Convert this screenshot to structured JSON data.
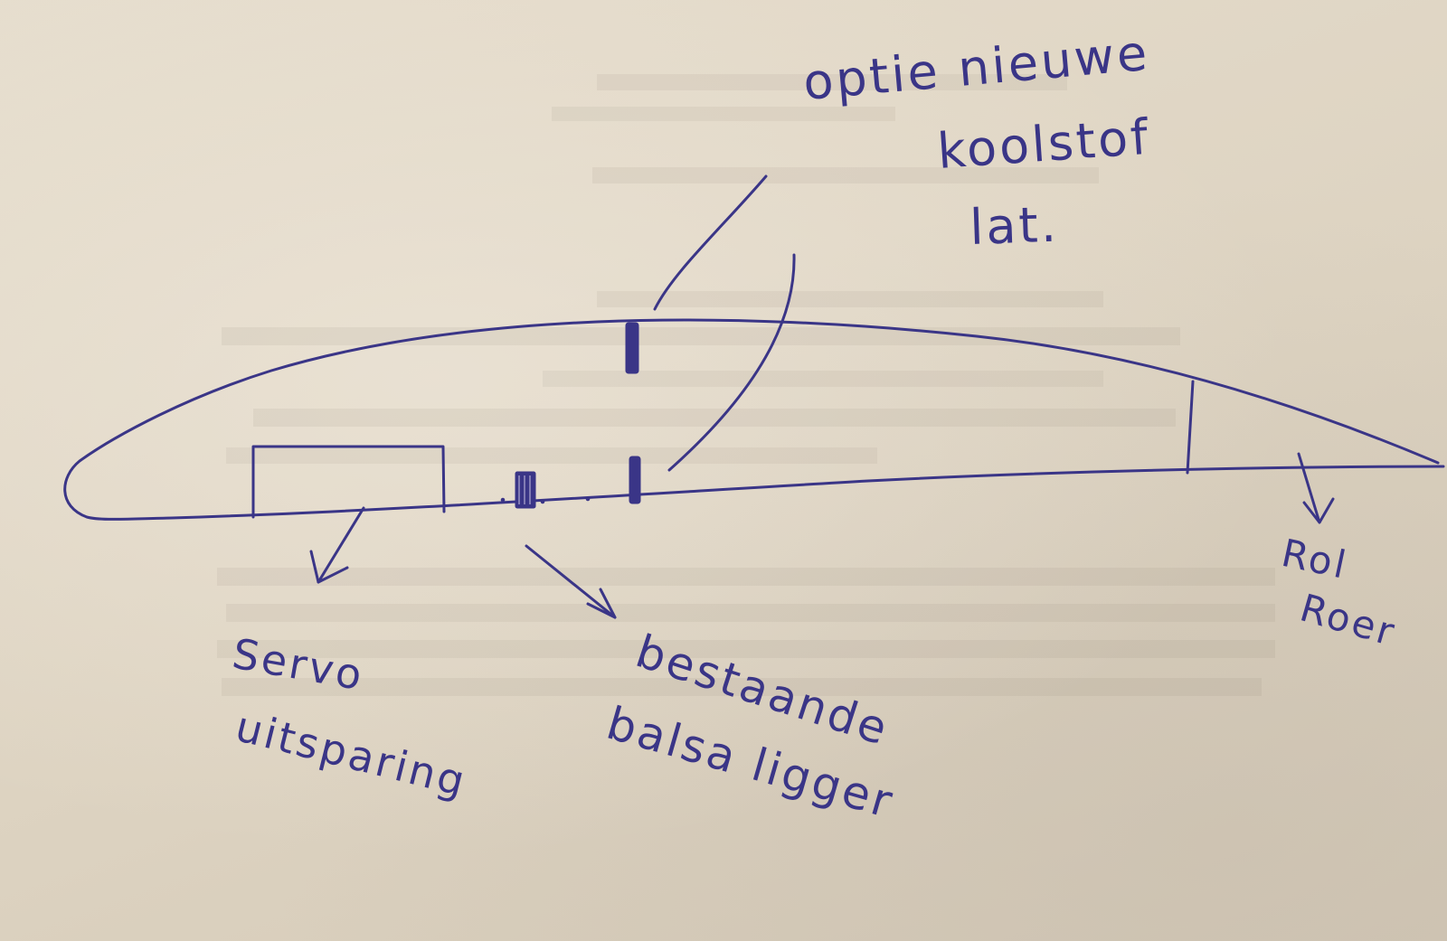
{
  "annotations": {
    "top_note": [
      "optie nieuwe",
      "koolstof",
      "lat."
    ],
    "servo_note": [
      "Servo",
      "uitsparing"
    ],
    "spar_note": [
      "bestaande",
      "balsa ligger"
    ],
    "aileron_note": [
      "Rol",
      "Roer"
    ]
  },
  "colors": {
    "ink": "#3a3587",
    "paper": "#e0d6c5"
  }
}
